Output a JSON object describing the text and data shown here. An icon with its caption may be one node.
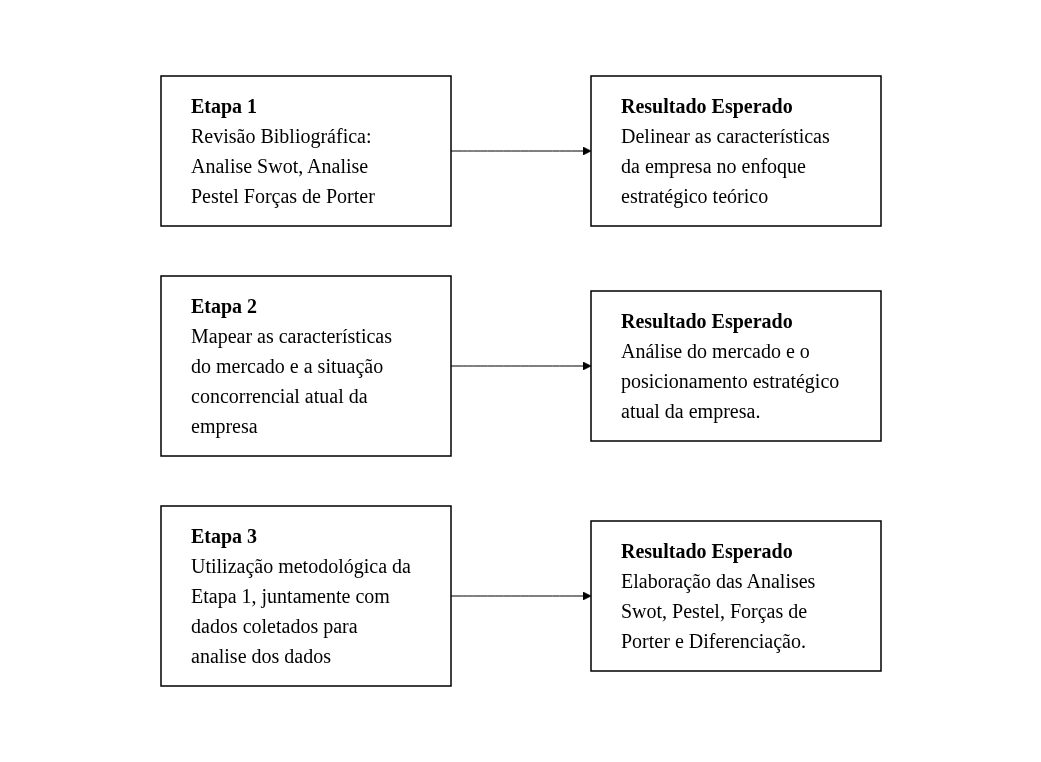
{
  "diagram": {
    "nodes": [
      {
        "text": [
          "Etapa 1",
          "Revisão Bibliográfica: Analise Swot, Analise Pestel Forças de Porter"
        ]
      },
      {
        "text": [
          "Resultado Esperado",
          "Delinear as características da empresa no enfoque estratégico teórico"
        ]
      },
      {
        "text": [
          "Etapa 2",
          "Mapear as características do mercado e a situação concorrencial atual da empresa"
        ]
      },
      {
        "text": [
          "Resultado Esperado",
          "Análise do mercado e o posicionamento estratégico atual da empresa."
        ]
      },
      {
        "text": [
          "Etapa 3",
          "Utilização metodológica da Etapa 1, juntamente com dados coletados para analise dos dados"
        ]
      },
      {
        "text": [
          "Resultado Esperado",
          "Elaboração das Analises Swot, Pestel, Forças de Porter e Diferenciação."
        ]
      }
    ],
    "edges": [
      {
        "from": 0,
        "to": 1,
        "arrow": "to"
      },
      {
        "from": 2,
        "to": 3,
        "arrow": "to"
      },
      {
        "from": 4,
        "to": 5,
        "arrow": "to"
      }
    ]
  }
}
